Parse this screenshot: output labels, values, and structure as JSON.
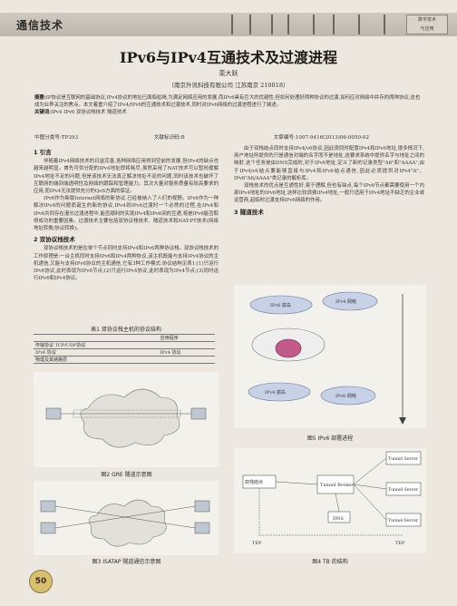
{
  "header": {
    "section": "通信技术",
    "corner_line1": "数字技术",
    "corner_line2": "与应用"
  },
  "article": {
    "title": "IPv6与IPv4互通技术及过渡进程",
    "author": "栾大跃",
    "affiliation": "（南京升讯科技有限公司  江苏南京  210018）",
    "abstract_label": "摘要:",
    "abstract": "IP协议是互联网的基础协议,IPv4协议的地址已面临枯竭,为满足网络应用的发展,而IPv6具有巨大的优越性,但如何处理好两种协议的过渡,如何应对网络中并存的两种协议,这也成为业界关注的焦点。本文着重介绍了IPv4/IPv6的互通技术和过渡技术,同时对IPv6网络的过渡进程进行了阐述。",
    "keywords_label": "关键词:",
    "keywords": "IPv4  IPv6  双协议栈技术  隧道技术",
    "clc": "中图分类号:TP393",
    "doc_code": "文献标识码:B",
    "article_no": "文章编号:1007-9416(2013)06-0050-02"
  },
  "left_col": {
    "s1_heading": "1 引言",
    "s1_p1": "伴随着IPv4网络技术的日益完善,各种网络应用得到空前的发展,但IPv4的缺点也越来越明显。首先可供分配的IPv4地址即将耗尽,虽然采用了NAT技术可以暂时缓解IPv4地址不足的问题,但是该技术无法真正解决地址不足的问题,同时该技术也破坏了互联网的端到端透明性及网络的跟踪和管理能力。其次大量对服务质量有较高要求的应用,而IPv4无法提供充分的QoS方面的保证。",
    "s1_p2": "IPv6作为新版Internet网络的新协议,已经被纳入了人们的视野。IPv6作为一种解决IPv4的问题而诞生的新的协议,IPv4到IPv6过渡时一个必然的过程,在IPv4和IPv6共同存在漫长过渡进程中,能否顺利的实现IPv4和IPv6间的互通,将是IPv6能否取得成功的重要因素。过渡技术主要包括双协议栈技术、隧道技术和NAT-PT技术(网络地址转换/协议转换)。",
    "s2_heading": "2 双协议栈技术",
    "s2_p1": "双协议栈技术的是在单个节点同时支持IPv4和IPv6两种协议栈。双协议栈技术的工作原理是:一台主机同时支持IPv6和IPv4两种协议,该主机既能与支持IPv4协议的主机通信,又能与支持IPv6协议的主机通信,它有3种工作模式:协议结构见表1:(1)只运行IPv6协议,此时表现为IPv6节点;(2)只运行IPv4协议,此时表现为IPv4节点;(3)同时运行IPv6和IPv4协议。"
  },
  "table1": {
    "caption": "表1  双协议栈主机的协议结构",
    "rows": [
      [
        "",
        "应用程序"
      ],
      [
        "传输协议 TCP/UDP协议",
        ""
      ],
      [
        "IPv6 协议",
        "IPv4 协议"
      ],
      [
        "物理及其链路层",
        ""
      ]
    ]
  },
  "right_col": {
    "p1": "由于双栈结点同时支持IPv4/v6协议,因此须同时配置IPv4和IPv6地址,很多情况下,用户地址所提供的只是通信对端的名字而不是地址,这要求系统中提供名字与地址之间的映射,这个任务是由DNS完成的,对于IPv6地址,定义了新的记录类型\"A6\"和\"AAAA\",由于IPv4/v6结点要能够直接与IPv4和IPv6结点通信,因此必须提供对IPv4\"A\"、IPv6\"A6/AAAA\"类记录的解析库。",
    "p2": "双栈技术的优点是互通性好,易于理解,但也有缺点,每个IPv6节点都需要使用一个内部IPv4地址的IPv6地址,这样比较浪费IPv4地址,一般只适用于IPv4地址不缺乏的企业或运营商,起临时过渡支持IPv6网络的作用。",
    "s3_heading": "3 隧道技术"
  },
  "figures": {
    "fig2_caption": "图2  GRE 隧道示意图",
    "fig3_caption": "图3  ISATAP 隧道通信示意图",
    "fig5_caption": "图5  IPv6 部署进程",
    "fig4_caption": "图4  TB 的结构",
    "fig5_labels": {
      "ipv4_net": "IPv4 网络",
      "ipv6_island": "IPv6 孤岛",
      "ipv4_island": "IPv4 孤岛",
      "ipv6_net": "IPv6 网络"
    },
    "fig4_labels": {
      "dual_node": "双栈结点",
      "broker": "Tunnel Broker",
      "server": "Tunnel Server",
      "dns": "DNS",
      "tep": "TEP"
    }
  },
  "page_number": "50"
}
